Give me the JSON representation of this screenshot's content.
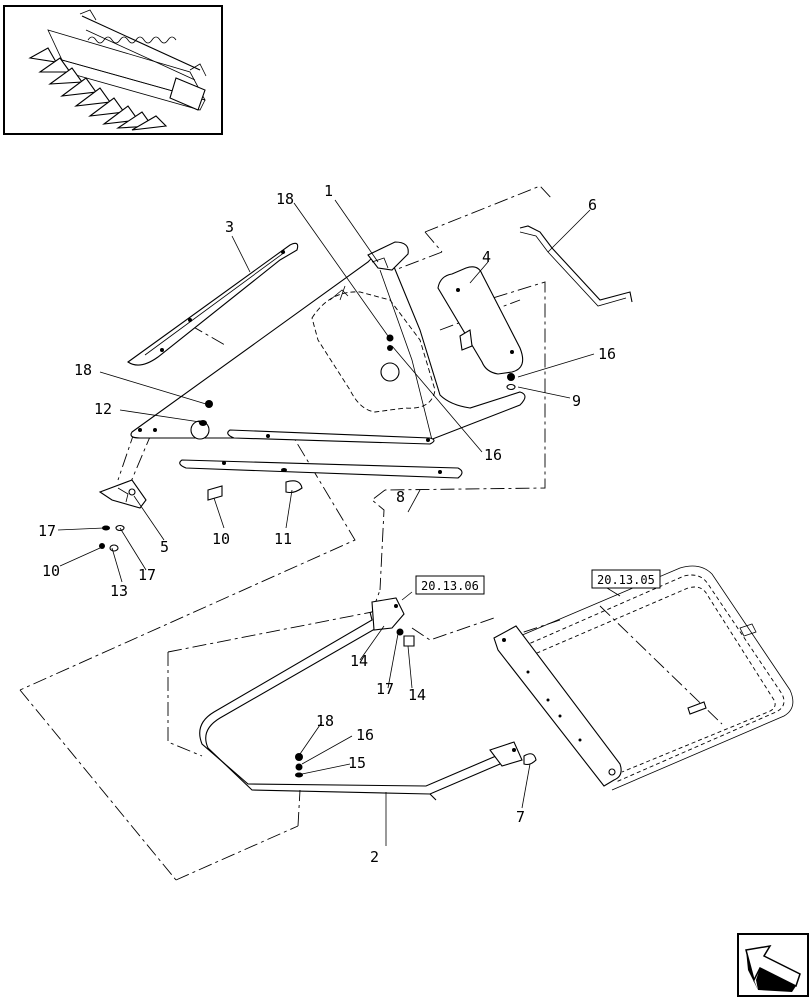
{
  "callouts": [
    {
      "id": "c1",
      "text": "1"
    },
    {
      "id": "c2",
      "text": "2"
    },
    {
      "id": "c3",
      "text": "3"
    },
    {
      "id": "c4",
      "text": "4"
    },
    {
      "id": "c5",
      "text": "5"
    },
    {
      "id": "c6",
      "text": "6"
    },
    {
      "id": "c7",
      "text": "7"
    },
    {
      "id": "c8",
      "text": "8"
    },
    {
      "id": "c9",
      "text": "9"
    },
    {
      "id": "c10a",
      "text": "10"
    },
    {
      "id": "c10b",
      "text": "10"
    },
    {
      "id": "c11",
      "text": "11"
    },
    {
      "id": "c12",
      "text": "12"
    },
    {
      "id": "c13",
      "text": "13"
    },
    {
      "id": "c14a",
      "text": "14"
    },
    {
      "id": "c14b",
      "text": "14"
    },
    {
      "id": "c15",
      "text": "15"
    },
    {
      "id": "c16a",
      "text": "16"
    },
    {
      "id": "c16b",
      "text": "16"
    },
    {
      "id": "c16c",
      "text": "16"
    },
    {
      "id": "c17a",
      "text": "17"
    },
    {
      "id": "c17b",
      "text": "17"
    },
    {
      "id": "c17c",
      "text": "17"
    },
    {
      "id": "c18a",
      "text": "18"
    },
    {
      "id": "c18b",
      "text": "18"
    },
    {
      "id": "c18c",
      "text": "18"
    }
  ],
  "references": [
    {
      "id": "r1",
      "text": "20.13.06"
    },
    {
      "id": "r2",
      "text": "20.13.05"
    }
  ],
  "icons": [
    "header-thumbnail-icon",
    "navigation-arrow-icon"
  ]
}
